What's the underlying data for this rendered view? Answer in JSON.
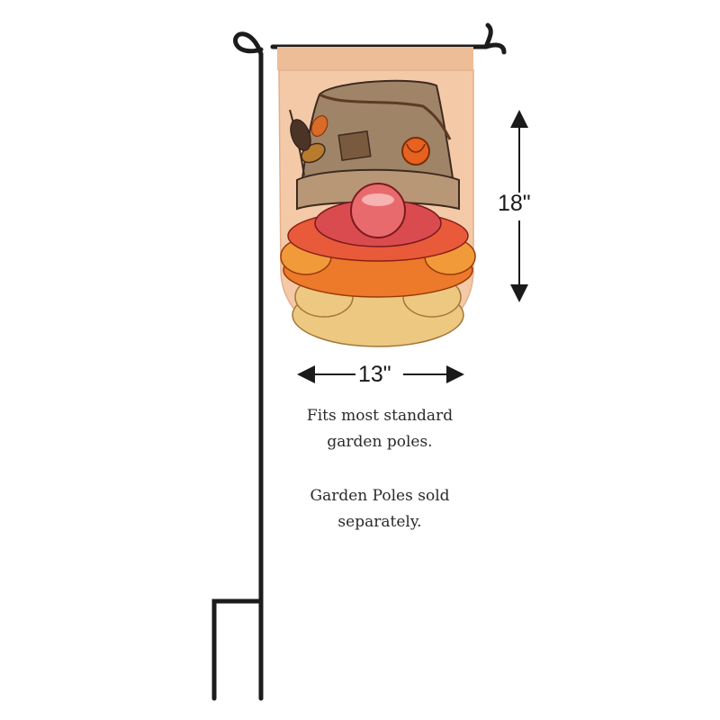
{
  "dimensions": {
    "height": "18\"",
    "width": "13\""
  },
  "captions": {
    "line1": "Fits most standard",
    "line2": "garden poles.",
    "line3": "Garden Poles sold",
    "line4": "separately."
  },
  "colors": {
    "pole": "#1c1c1c",
    "flag_background": "#f3c9a8",
    "hat": "#a08468",
    "nose": "#e86a6c",
    "leaf_red": "#d94b4e",
    "leaf_orange": "#ec7a2a",
    "leaf_yellow": "#ecc880",
    "pumpkin": "#e8611f",
    "text": "#2a2a2a"
  }
}
